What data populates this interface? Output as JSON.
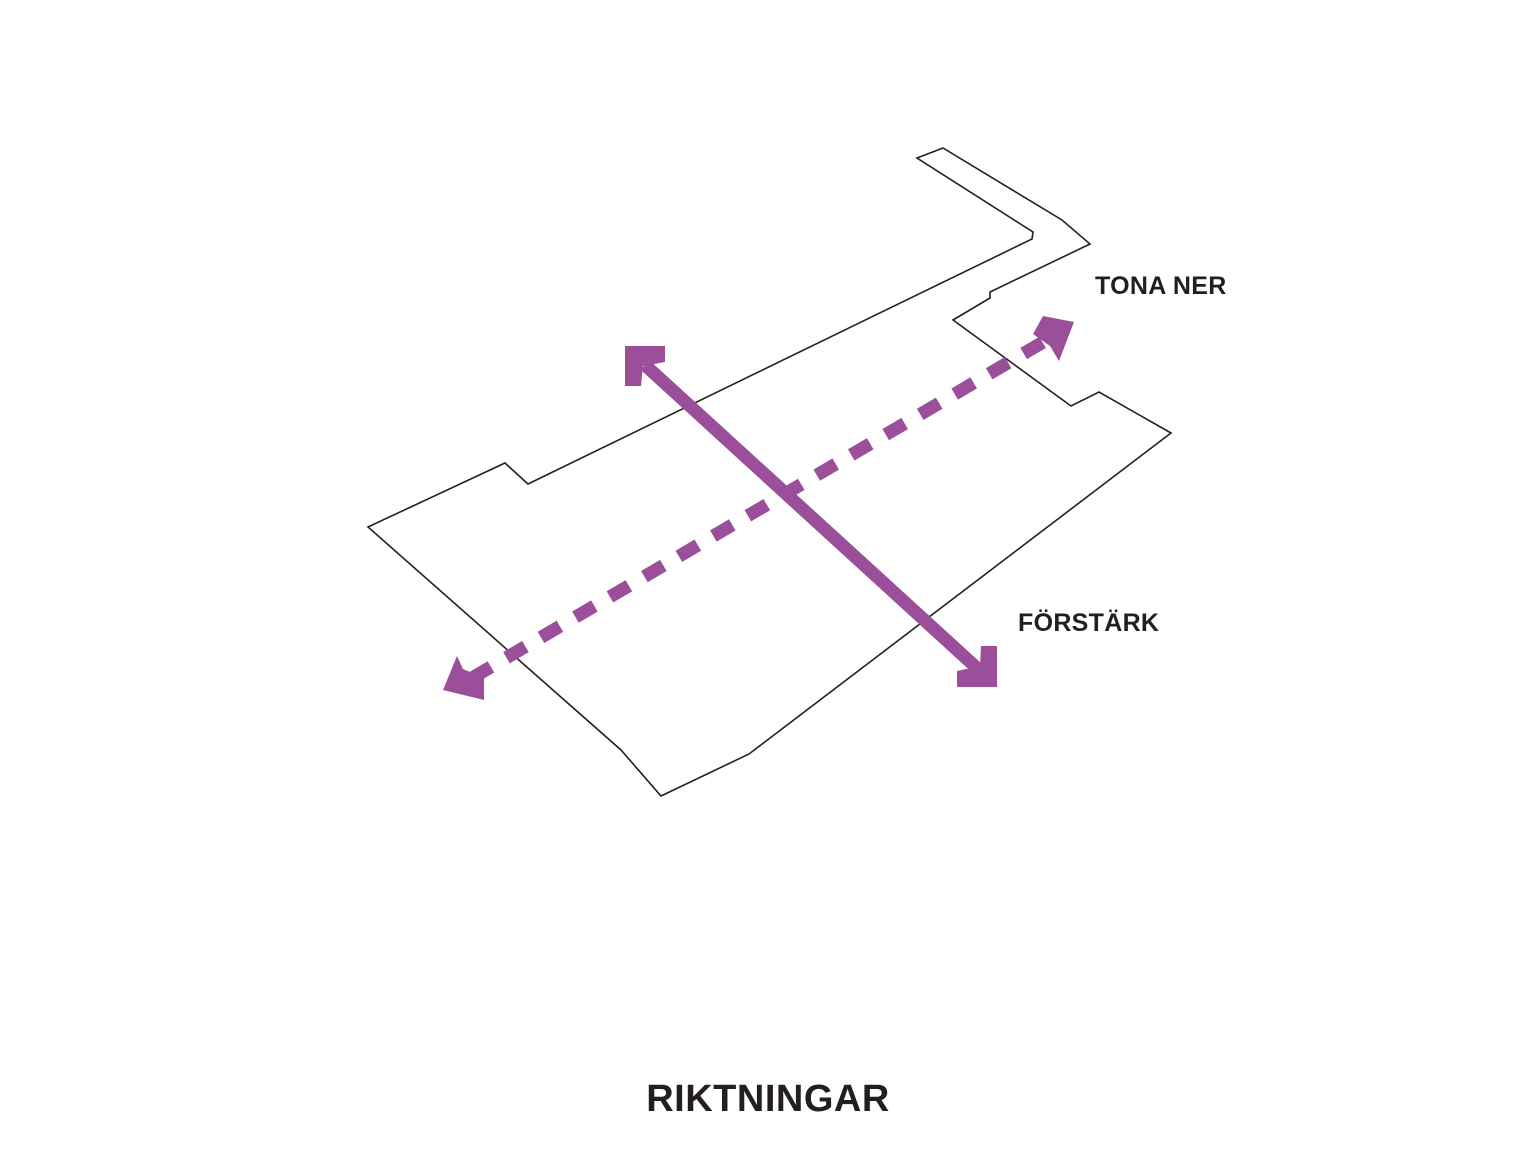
{
  "title": "RIKTNINGAR",
  "labels": {
    "tone_down": "TONA NER",
    "strengthen": "FÖRSTÄRK"
  },
  "colors": {
    "arrow": "#9b4f9b",
    "outline": "#231f20",
    "text": "#231f20",
    "background": "#ffffff"
  },
  "arrows": {
    "solid": "double-headed-solid",
    "dashed": "double-headed-dashed"
  }
}
